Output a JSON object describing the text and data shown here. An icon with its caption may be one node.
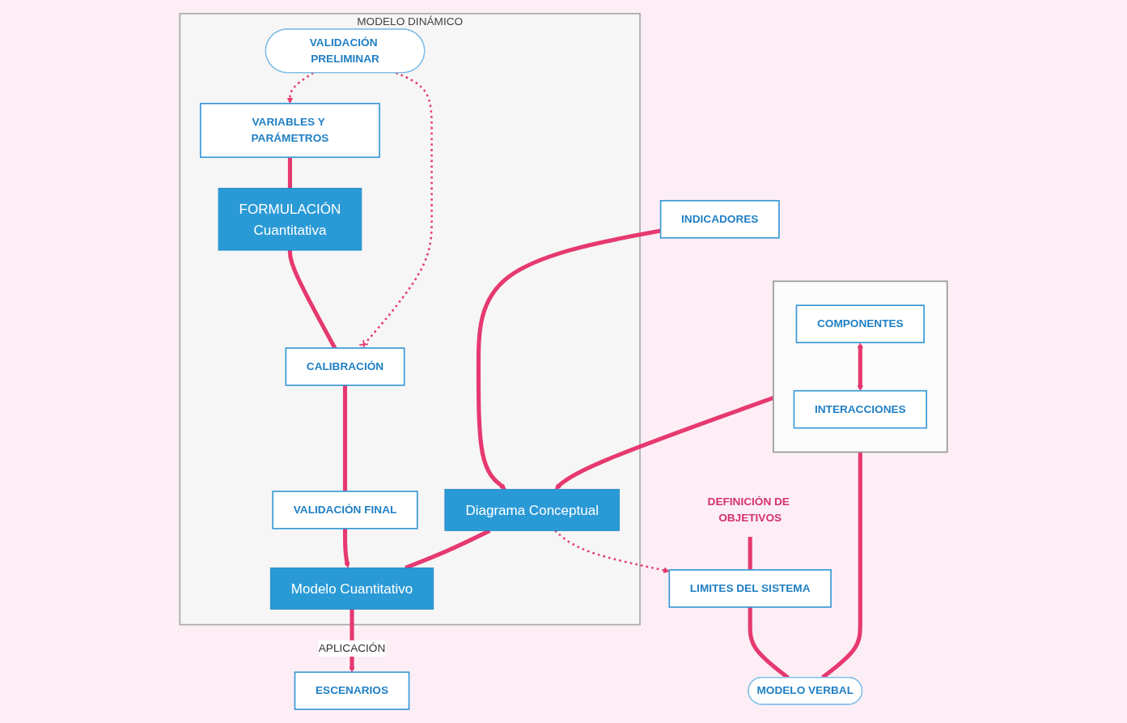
{
  "diagram": {
    "nodes": [
      {
        "text": [
          "DEFINICIÓN DE OBJETIVOS"
        ]
      },
      {
        "text": [
          "LIMITES DEL SISTEMA"
        ]
      },
      {
        "text": [
          "MODELO VERBAL"
        ]
      },
      {
        "text": [],
        "shape": "box"
      },
      {
        "text": [
          "COMPONENTES"
        ],
        "in": 3
      },
      {
        "text": [
          "INTERACCIONES"
        ],
        "in": 3
      },
      {
        "text": [
          "INDICADORES"
        ]
      },
      {
        "text": [
          "MODELO DINÁMICO"
        ]
      },
      {
        "text": [
          "Diagrama Conceptual"
        ],
        "in": 7
      },
      {
        "text": [
          "VALIDACIÓN FINAL"
        ],
        "in": 7
      },
      {
        "text": [
          "CALIBRACIÓN"
        ],
        "in": 7
      },
      {
        "text": [
          "FORMULACIÓN",
          "Cuantitativa"
        ],
        "in": 7
      },
      {
        "text": [
          "VARIABLES Y PARÁMETROS"
        ],
        "in": 7
      },
      {
        "text": [
          "VALIDACIÓN PRELIMINAR"
        ],
        "in": 7
      },
      {
        "text": [
          "Modelo Cuantitativo"
        ],
        "in": 7
      },
      {
        "text": [
          "ESCENARIOS"
        ]
      }
    ],
    "edges": [
      {
        "from": 0,
        "to": 1,
        "arrow": "none"
      },
      {
        "from": 1,
        "to": 2,
        "arrow": "none"
      },
      {
        "from": 2,
        "to": 3,
        "arrow": "none"
      },
      {
        "from": 4,
        "to": 5,
        "arrow": "both"
      },
      {
        "from": 3,
        "to": 8,
        "arrow": "to"
      },
      {
        "from": 6,
        "to": 8,
        "arrow": "to"
      },
      {
        "from": 8,
        "to": 1,
        "arrow": "to",
        "style": "dashed"
      },
      {
        "from": 8,
        "to": 14,
        "arrow": "none"
      },
      {
        "from": 9,
        "to": 14,
        "arrow": "to"
      },
      {
        "from": 10,
        "to": 9,
        "arrow": "none"
      },
      {
        "from": 11,
        "to": 10,
        "arrow": "none"
      },
      {
        "from": 12,
        "to": 11,
        "arrow": "none"
      },
      {
        "from": 13,
        "to": 10,
        "arrow": "other",
        "style": "dashed"
      },
      {
        "from": 13,
        "to": 12,
        "arrow": "to",
        "style": "dashed"
      },
      {
        "from": 14,
        "to": 15,
        "label": "APLICACIÓN",
        "arrow": "to"
      }
    ]
  }
}
